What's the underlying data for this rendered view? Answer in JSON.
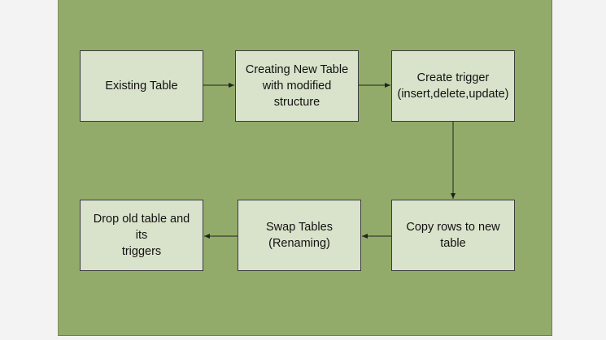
{
  "diagram": {
    "nodes": [
      {
        "id": "existing",
        "label": "Existing Table"
      },
      {
        "id": "creating",
        "label": "Creating New Table\nwith modified\nstructure"
      },
      {
        "id": "trigger",
        "label": "Create trigger\n(insert,delete,update)"
      },
      {
        "id": "copy",
        "label": "Copy rows to new\ntable"
      },
      {
        "id": "swap",
        "label": "Swap Tables\n(Renaming)"
      },
      {
        "id": "drop",
        "label": "Drop old table and its\ntriggers"
      }
    ],
    "edges": [
      {
        "from": "existing",
        "to": "creating"
      },
      {
        "from": "creating",
        "to": "trigger"
      },
      {
        "from": "trigger",
        "to": "copy"
      },
      {
        "from": "copy",
        "to": "swap"
      },
      {
        "from": "swap",
        "to": "drop"
      }
    ],
    "colors": {
      "background": "#93ab6a",
      "node_fill": "#d9e3cb",
      "node_border": "#3c3c3c",
      "edge": "#222222"
    }
  }
}
